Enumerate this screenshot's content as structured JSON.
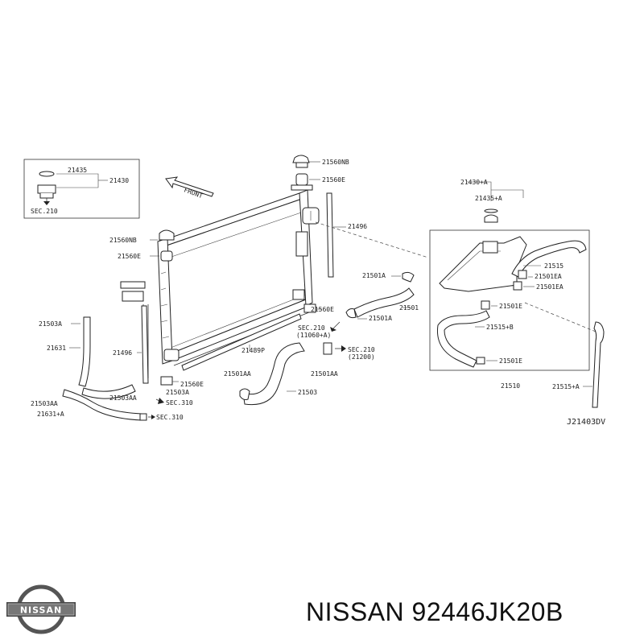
{
  "diagram": {
    "front_label": "FRONT",
    "inset_labels": [
      "21435",
      "21430",
      "SEC.210"
    ],
    "labels": {
      "l21560NB_top": "21560NB",
      "l21560E_top": "21560E",
      "l21496_right": "21496",
      "l21560NB_left": "21560NB",
      "l21560E_left": "21560E",
      "l21501A_upper": "21501A",
      "l21501": "21501",
      "l21560E_mid": "21560E",
      "l21501A_lower": "21501A",
      "lSEC210_a": "SEC.210",
      "lSEC210_a2": "(11060+A)",
      "l21503A_left": "21503A",
      "l21631": "21631",
      "l21496_left": "21496",
      "l21489P": "21489P",
      "lSEC210_b": "SEC.210",
      "lSEC210_b2": "(21200)",
      "l21501AA_a": "21501AA",
      "l21501AA_b": "21501AA",
      "l21560E_low": "21560E",
      "l21503A_low": "21503A",
      "l21503": "21503",
      "l21503AA_left": "21503AA",
      "l21503AA_mid": "21503AA",
      "lSEC310_a": "SEC.310",
      "l21631A": "21631+A",
      "lSEC310_b": "SEC.310",
      "l21430A": "21430+A",
      "l21435A": "21435+A",
      "l21515": "21515",
      "l21501EA_a": "21501EA",
      "l21501EA_b": "21501EA",
      "l21501E_a": "21501E",
      "l21515B": "21515+B",
      "l21501E_b": "21501E",
      "l21510": "21510",
      "l21515A": "21515+A",
      "code": "J21403DV"
    }
  },
  "brand": {
    "logo_text": "NISSAN",
    "part_number": "NISSAN 92446JK20B"
  }
}
